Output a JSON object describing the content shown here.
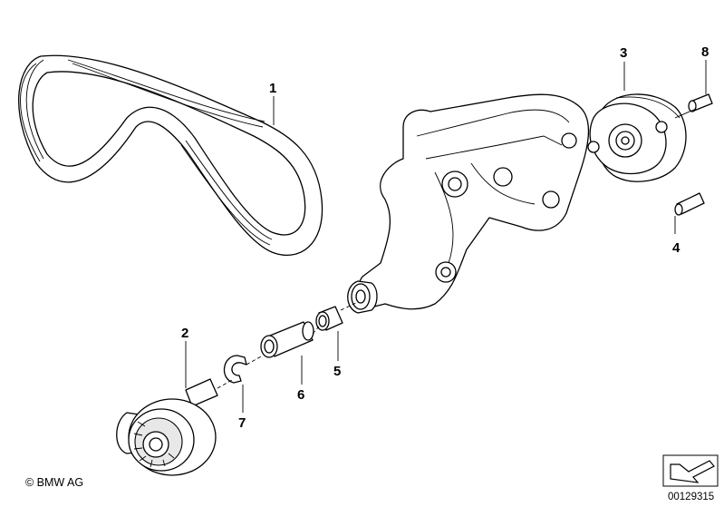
{
  "labels": {
    "p1": "1",
    "p2": "2",
    "p3": "3",
    "p4": "4",
    "p5": "5",
    "p6": "6",
    "p7": "7",
    "p8": "8"
  },
  "footer": {
    "copyright": "© BMW AG",
    "image_number": "00129315"
  }
}
